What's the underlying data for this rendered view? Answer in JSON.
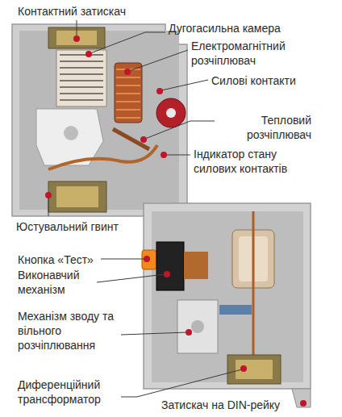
{
  "diagram": {
    "labels": [
      "Контактний затискач",
      "Дугогасильна камера",
      "Електромагнітний розчіплювач",
      "Силові контакти",
      "Тепловий розчіплювач",
      "Індикатор стану силових контактів",
      "Юстувальний гвинт",
      "Кнопка «Тест»",
      "Виконавчий механізм",
      "Механізм зводу та вільного розчіплювання",
      "Диференційний трансформатор",
      "Затискач на DIN-рейку"
    ]
  }
}
